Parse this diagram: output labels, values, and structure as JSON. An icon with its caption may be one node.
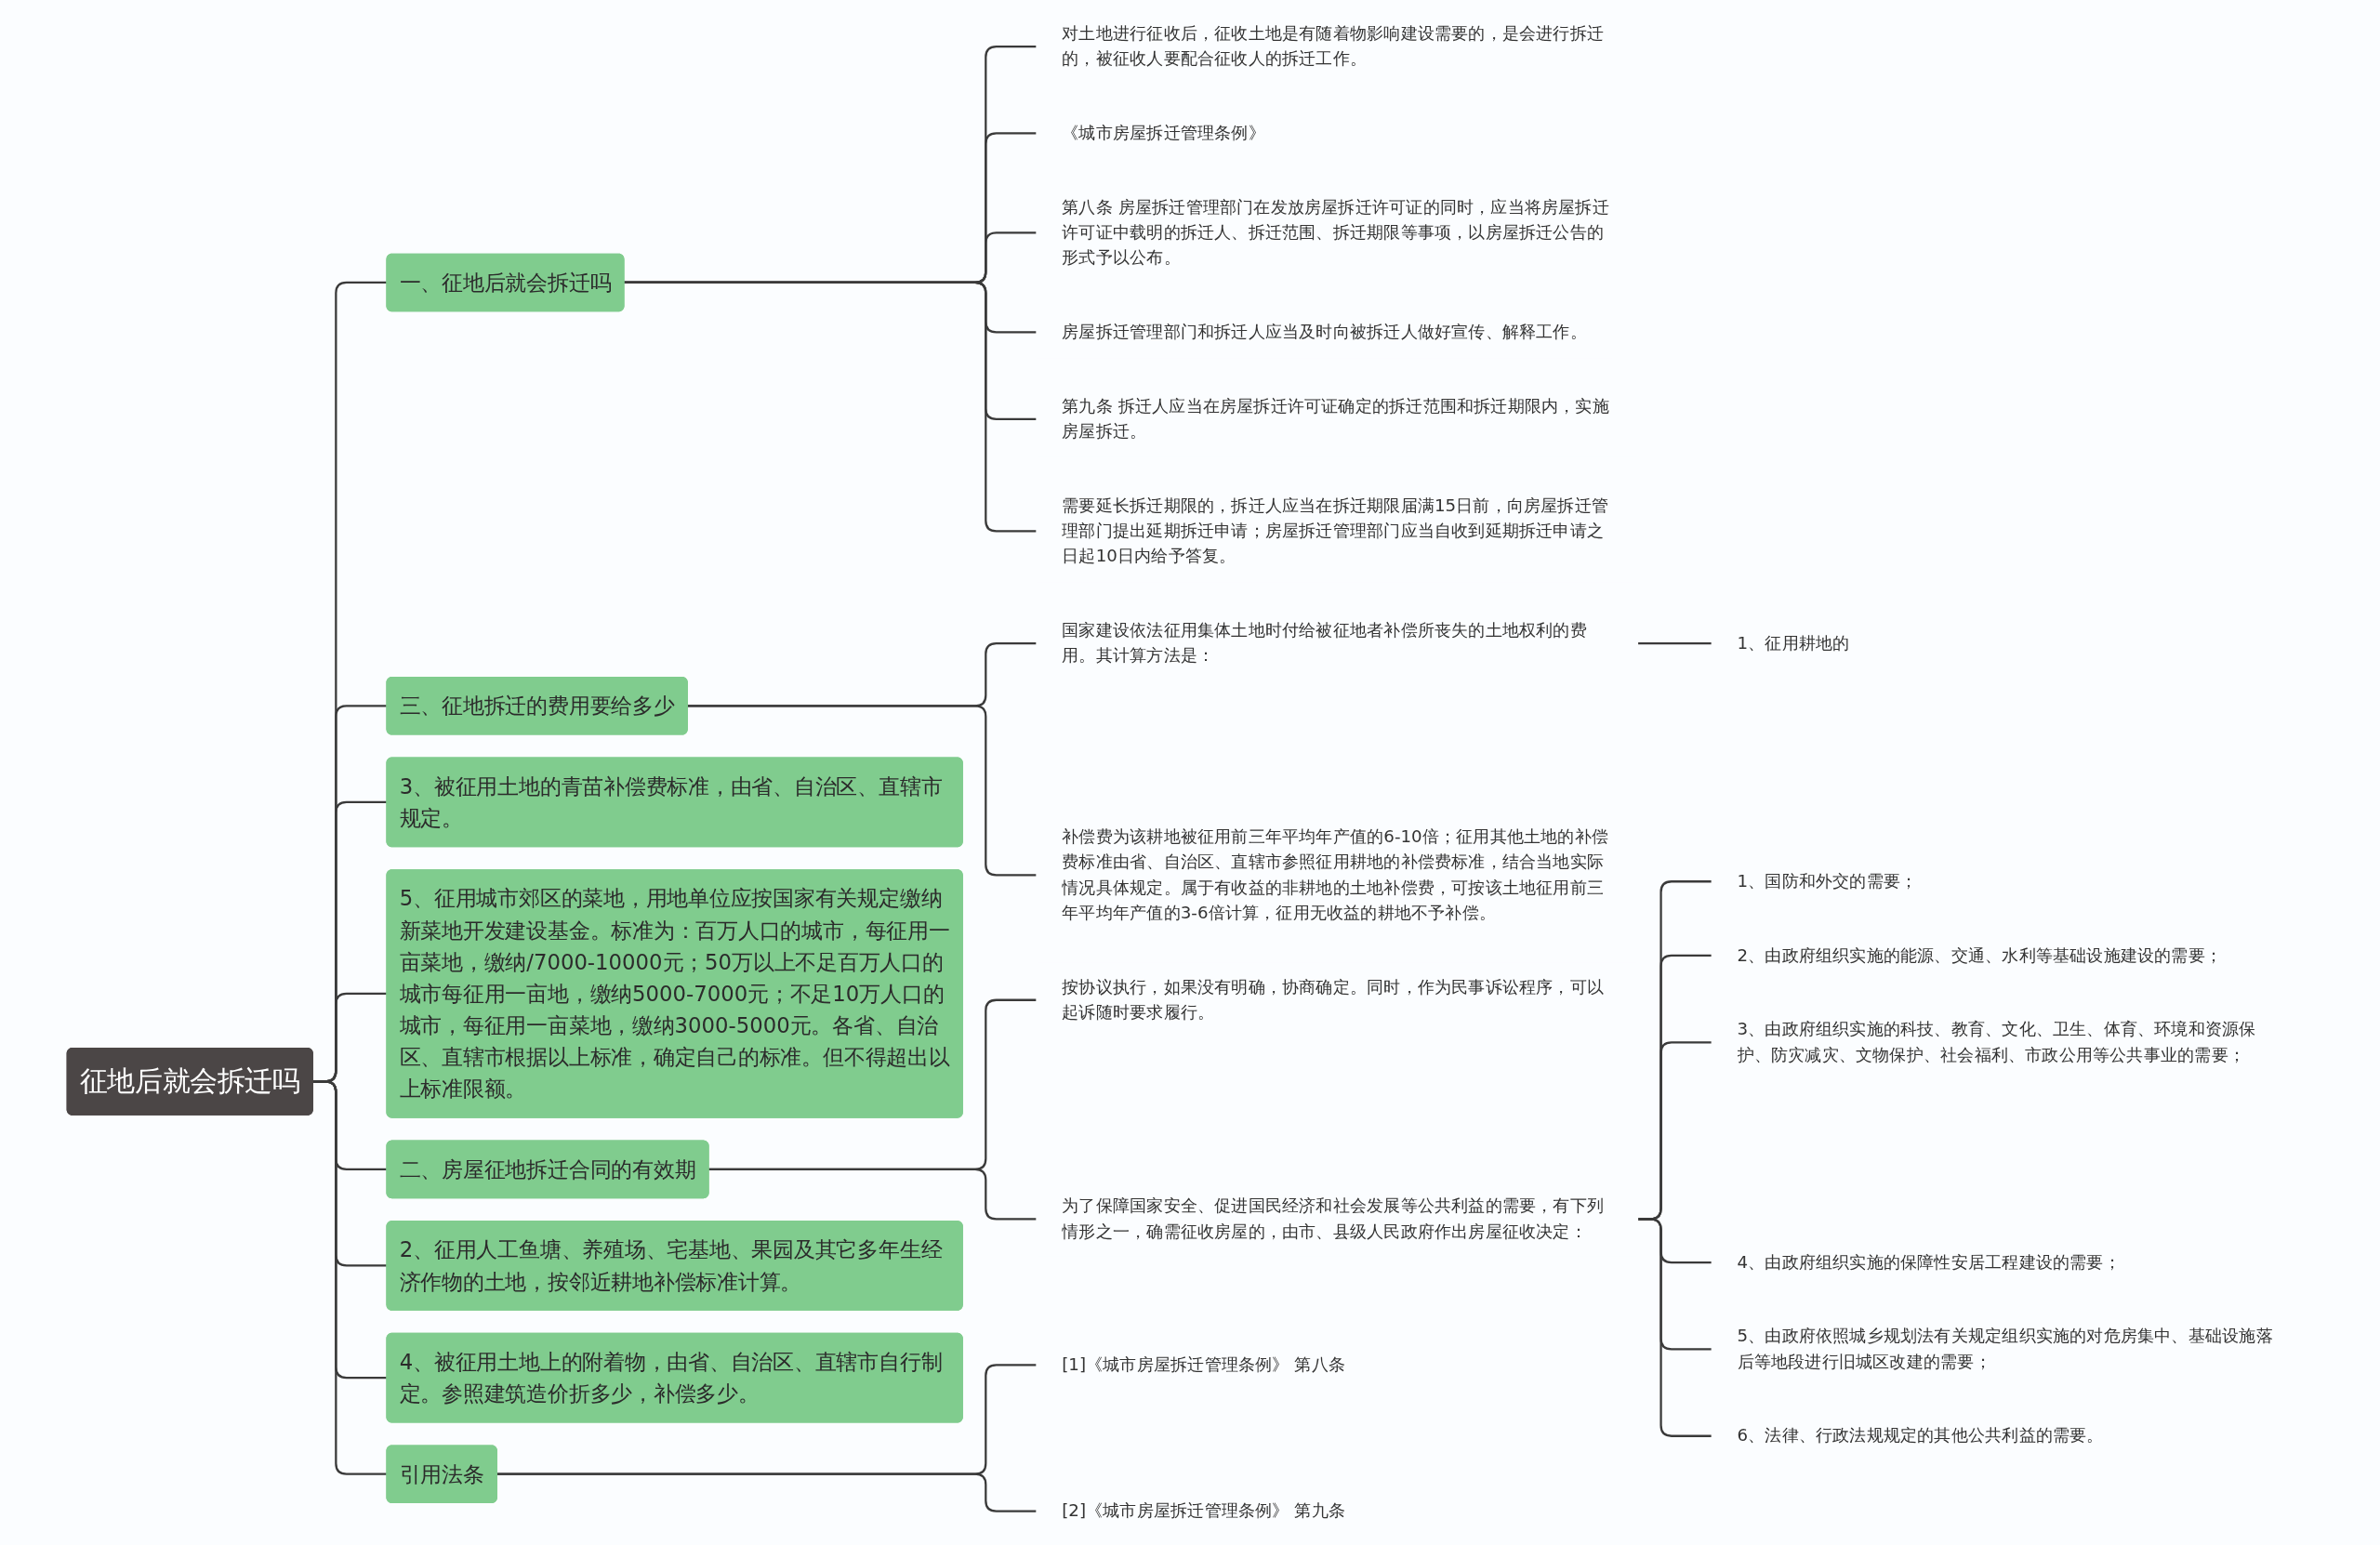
{
  "diagram": {
    "nodes": [
      {
        "text": [
          "征地后就会拆迁吗"
        ]
      },
      {
        "text": [
          "一、征地后就会拆迁吗"
        ]
      },
      {
        "text": [
          "对土地进行征收后，征收土地是有随着物影响建设需要的，是会进行拆迁的，被征收人要配合征收人的拆迁工作。"
        ]
      },
      {
        "text": [
          "《城市房屋拆迁管理条例》"
        ]
      },
      {
        "text": [
          "第八条 房屋拆迁管理部门在发放房屋拆迁许可证的同时，应当将房屋拆迁许可证中载明的拆迁人、拆迁范围、拆迁期限等事项，以房屋拆迁公告的形式予以公布。"
        ]
      },
      {
        "text": [
          "房屋拆迁管理部门和拆迁人应当及时向被拆迁人做好宣传、解释工作。"
        ]
      },
      {
        "text": [
          "第九条 拆迁人应当在房屋拆迁许可证确定的拆迁范围和拆迁期限内，实施房屋拆迁。"
        ]
      },
      {
        "text": [
          "需要延长拆迁期限的，拆迁人应当在拆迁期限届满15日前，向房屋拆迁管理部门提出延期拆迁申请；房屋拆迁管理部门应当自收到延期拆迁申请之日起10日内给予答复。"
        ]
      },
      {
        "text": [
          "三、征地拆迁的费用要给多少"
        ]
      },
      {
        "text": [
          "国家建设依法征用集体土地时付给被征地者补偿所丧失的土地权利的费用。其计算方法是："
        ]
      },
      {
        "text": [
          "1、征用耕地的"
        ]
      },
      {
        "text": [
          "补偿费为该耕地被征用前三年平均年产值的6-10倍；征用其他土地的补偿费标准由省、自治区、直辖市参照征用耕地的补偿费标准，结合当地实际情况具体规定。属于有收益的非耕地的土地补偿费，可按该土地征用前三年平均年产值的3-6倍计算，征用无收益的耕地不予补偿。"
        ]
      },
      {
        "text": [
          "3、被征用土地的青苗补偿费标准，由省、自治区、直辖市规定。"
        ]
      },
      {
        "text": [
          "5、征用城市郊区的菜地，用地单位应按国家有关规定缴纳新菜地开发建设基金。标准为：百万人口的城市，每征用一亩菜地，缴纳/7000-10000元；50万以上不足百万人口的城市每征用一亩地，缴纳5000-7000元；不足10万人口的城市，每征用一亩菜地，缴纳3000-5000元。各省、自治区、直辖市根据以上标准，确定自己的标准。但不得超出以上标准限额。"
        ]
      },
      {
        "text": [
          "二、房屋征地拆迁合同的有效期"
        ]
      },
      {
        "text": [
          "按协议执行，如果没有明确，协商确定。同时，作为民事诉讼程序，可以起诉随时要求履行。"
        ]
      },
      {
        "text": [
          "为了保障国家安全、促进国民经济和社会发展等公共利益的需要，有下列情形之一，确需征收房屋的，由市、县级人民政府作出房屋征收决定："
        ]
      },
      {
        "text": [
          "1、国防和外交的需要；"
        ]
      },
      {
        "text": [
          "2、由政府组织实施的能源、交通、水利等基础设施建设的需要；"
        ]
      },
      {
        "text": [
          "3、由政府组织实施的科技、教育、文化、卫生、体育、环境和资源保护、防灾减灾、文物保护、社会福利、市政公用等公共事业的需要；"
        ]
      },
      {
        "text": [
          "4、由政府组织实施的保障性安居工程建设的需要；"
        ]
      },
      {
        "text": [
          "5、由政府依照城乡规划法有关规定组织实施的对危房集中、基础设施落后等地段进行旧城区改建的需要；"
        ]
      },
      {
        "text": [
          "6、法律、行政法规规定的其他公共利益的需要。"
        ]
      },
      {
        "text": [
          "2、征用人工鱼塘、养殖场、宅基地、果园及其它多年生经济作物的土地，按邻近耕地补偿标准计算。"
        ]
      },
      {
        "text": [
          "4、被征用土地上的附着物，由省、自治区、直辖市自行制定。参照建筑造价折多少，补偿多少。"
        ]
      },
      {
        "text": [
          "引用法条"
        ]
      },
      {
        "text": [
          "[1]《城市房屋拆迁管理条例》 第八条"
        ]
      },
      {
        "text": [
          "[2]《城市房屋拆迁管理条例》 第九条"
        ]
      }
    ],
    "edges": [
      {
        "from": 0,
        "to": 1,
        "arrow": "none"
      },
      {
        "from": 1,
        "to": 2,
        "arrow": "none"
      },
      {
        "from": 1,
        "to": 3,
        "arrow": "none"
      },
      {
        "from": 1,
        "to": 4,
        "arrow": "none"
      },
      {
        "from": 1,
        "to": 5,
        "arrow": "none"
      },
      {
        "from": 1,
        "to": 6,
        "arrow": "none"
      },
      {
        "from": 1,
        "to": 7,
        "arrow": "none"
      },
      {
        "from": 0,
        "to": 8,
        "arrow": "none"
      },
      {
        "from": 8,
        "to": 9,
        "arrow": "none"
      },
      {
        "from": 9,
        "to": 10,
        "arrow": "none"
      },
      {
        "from": 8,
        "to": 11,
        "arrow": "none"
      },
      {
        "from": 0,
        "to": 12,
        "arrow": "none"
      },
      {
        "from": 0,
        "to": 13,
        "arrow": "none"
      },
      {
        "from": 0,
        "to": 14,
        "arrow": "none"
      },
      {
        "from": 14,
        "to": 15,
        "arrow": "none"
      },
      {
        "from": 14,
        "to": 16,
        "arrow": "none"
      },
      {
        "from": 16,
        "to": 17,
        "arrow": "none"
      },
      {
        "from": 16,
        "to": 18,
        "arrow": "none"
      },
      {
        "from": 16,
        "to": 19,
        "arrow": "none"
      },
      {
        "from": 16,
        "to": 20,
        "arrow": "none"
      },
      {
        "from": 16,
        "to": 21,
        "arrow": "none"
      },
      {
        "from": 16,
        "to": 22,
        "arrow": "none"
      },
      {
        "from": 0,
        "to": 23,
        "arrow": "none"
      },
      {
        "from": 0,
        "to": 24,
        "arrow": "none"
      },
      {
        "from": 0,
        "to": 25,
        "arrow": "none"
      },
      {
        "from": 25,
        "to": 26,
        "arrow": "none"
      },
      {
        "from": 25,
        "to": 27,
        "arrow": "none"
      }
    ]
  }
}
